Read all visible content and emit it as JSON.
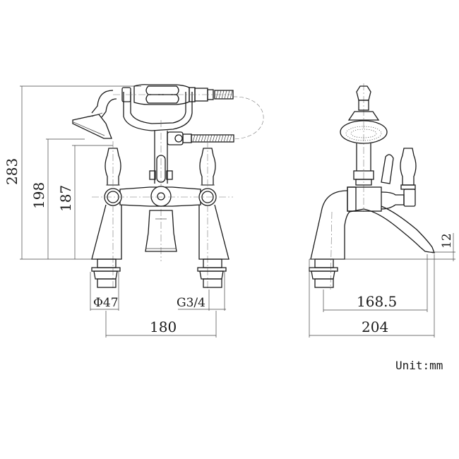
{
  "drawing": {
    "title": "Bath shower mixer technical drawing",
    "views": [
      "front-view",
      "side-view"
    ],
    "unit_label": "Unit:mm",
    "line_color": "#1a1a1a",
    "background": "#ffffff"
  },
  "front_view": {
    "dimensions": {
      "overall_height": "283",
      "handle_height": "198",
      "spout_height": "187",
      "base_diameter": "Φ47",
      "thread": "G3/4",
      "centers": "180"
    }
  },
  "side_view": {
    "dimensions": {
      "spout_clearance": "12",
      "spout_reach": "168.5",
      "overall_depth": "204"
    }
  }
}
